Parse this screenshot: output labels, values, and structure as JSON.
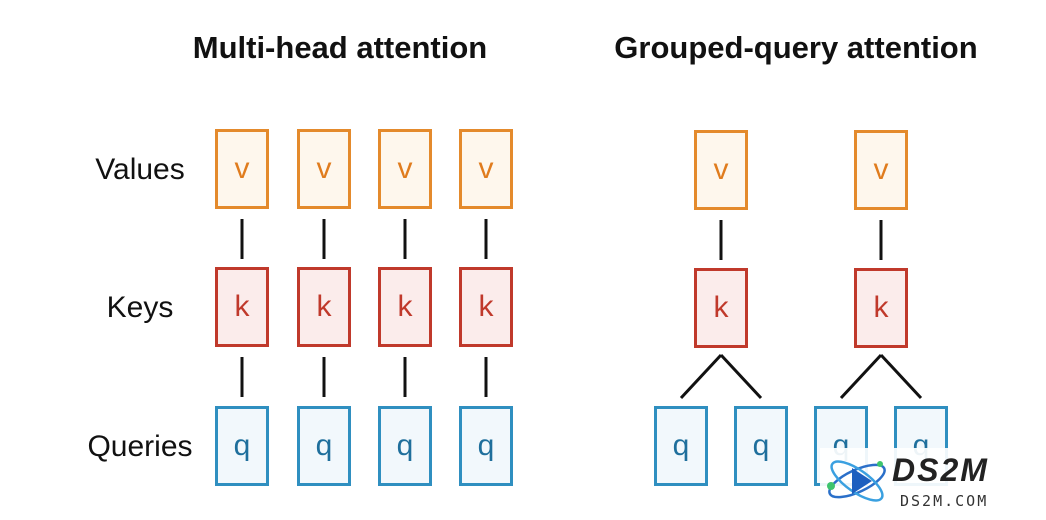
{
  "diagram": {
    "mha_title": "Multi-head attention",
    "gqa_title": "Grouped-query attention",
    "row_labels": {
      "values": "Values",
      "keys": "Keys",
      "queries": "Queries"
    },
    "mha": {
      "values": [
        "v",
        "v",
        "v",
        "v"
      ],
      "keys": [
        "k",
        "k",
        "k",
        "k"
      ],
      "queries": [
        "q",
        "q",
        "q",
        "q"
      ]
    },
    "gqa": {
      "values": [
        "v",
        "v"
      ],
      "keys": [
        "k",
        "k"
      ],
      "queries": [
        "q",
        "q",
        "q",
        "q"
      ]
    },
    "colors": {
      "value": "#e48a2c",
      "key": "#c0392b",
      "query": "#2f8fc0",
      "connector": "#111111"
    }
  },
  "watermark": {
    "brand": "DS2M",
    "site": "DS2M.COM",
    "icon": "atom-logo-icon"
  }
}
